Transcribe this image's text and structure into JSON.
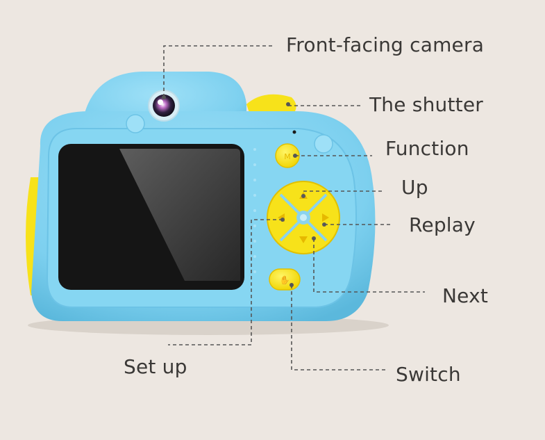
{
  "labels": {
    "front_camera": "Front-facing camera",
    "shutter": "The shutter",
    "function": "Function",
    "up": "Up",
    "replay": "Replay",
    "next": "Next",
    "set_up": "Set up",
    "switch": "Switch"
  },
  "colors": {
    "background": "#ede7e1",
    "camera_body": "#7dd0ef",
    "camera_body_dark": "#5bb8dc",
    "button_yellow": "#f7e21a",
    "button_icon": "#e6b800",
    "screen_bezel": "#151515",
    "leader_line": "#555555",
    "label_text": "#3a3836"
  },
  "icons": {
    "lens": "camera-lens-icon",
    "dpad": "directional-pad-icon"
  }
}
